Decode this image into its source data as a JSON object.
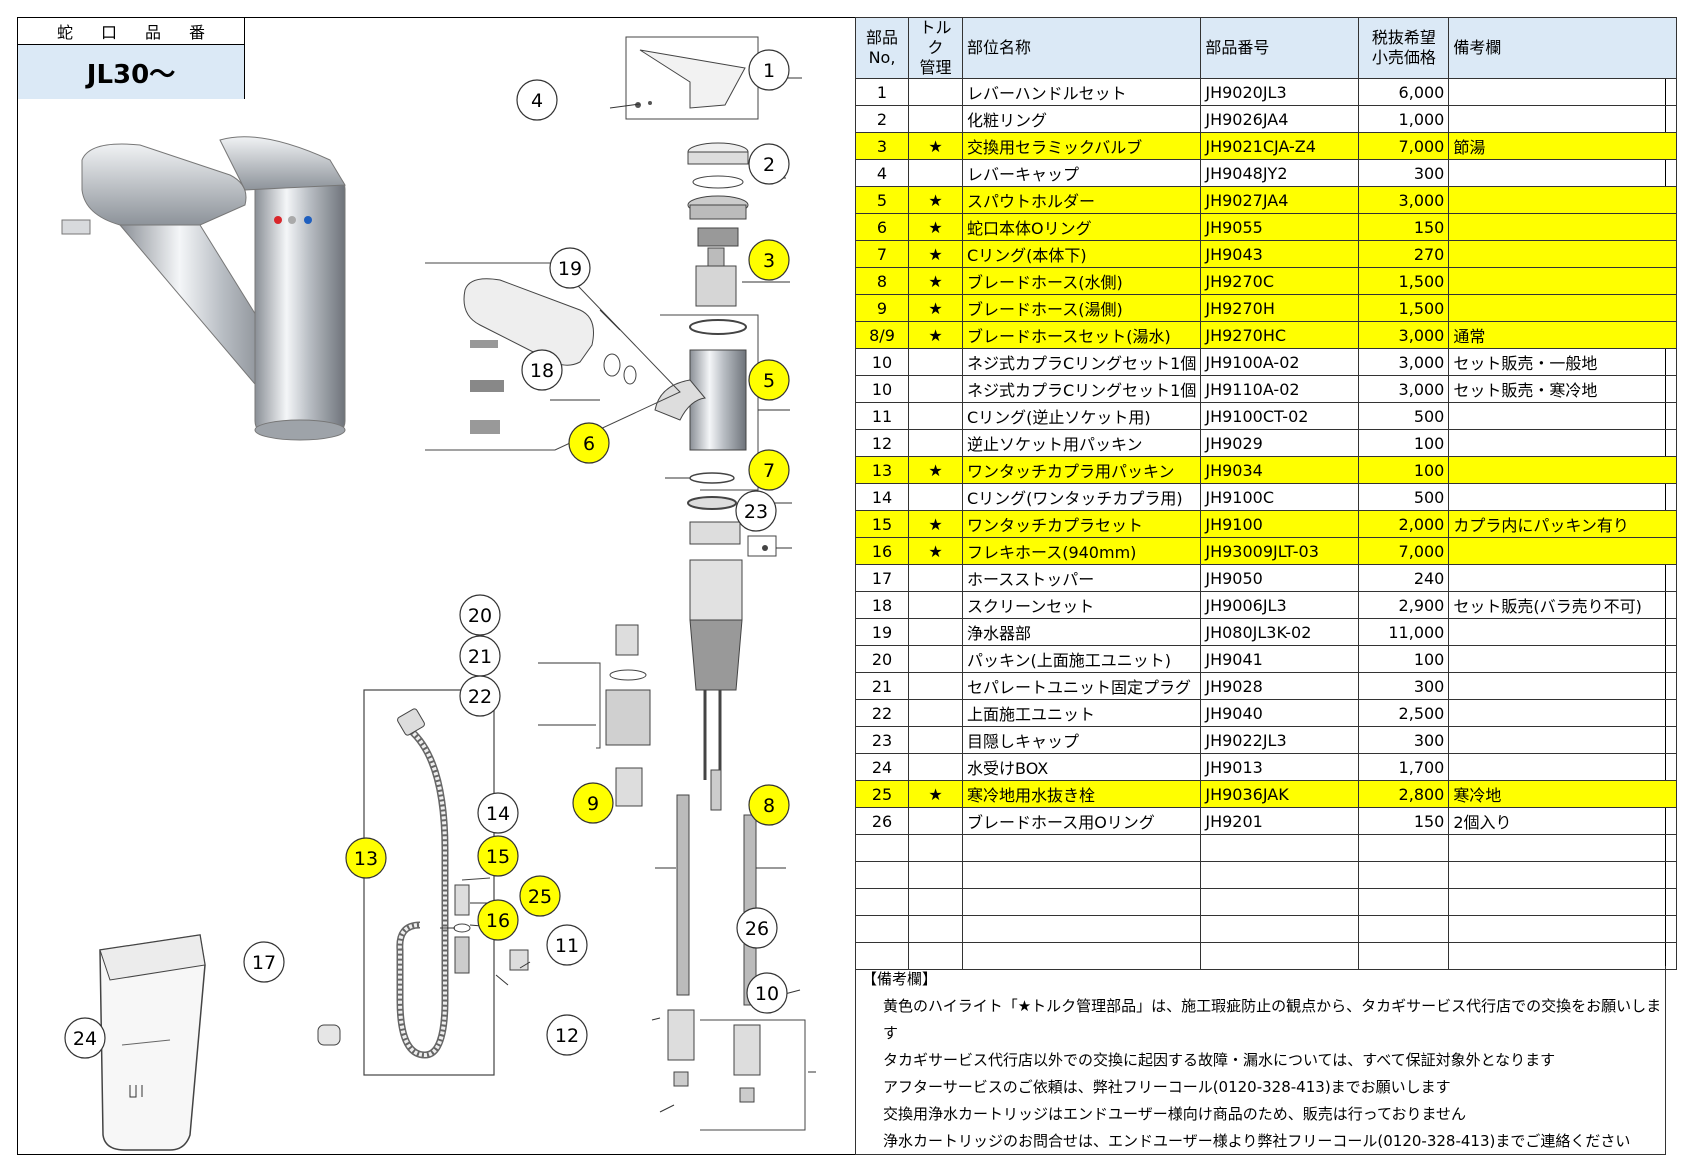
{
  "model": {
    "header": "蛇口品番",
    "value": "JL30～"
  },
  "table": {
    "headers": {
      "no": "部品\nNo,",
      "torque": "トルク\n管理",
      "name": "部位名称",
      "part": "部品番号",
      "price": "税抜希望\n小売価格",
      "remark": "備考欄"
    },
    "rows": [
      {
        "no": "1",
        "torque": "",
        "name": "レバーハンドルセット",
        "part": "JH9020JL3",
        "price": "6,000",
        "remark": "",
        "hl": false
      },
      {
        "no": "2",
        "torque": "",
        "name": "化粧リング",
        "part": "JH9026JA4",
        "price": "1,000",
        "remark": "",
        "hl": false
      },
      {
        "no": "3",
        "torque": "★",
        "name": "交換用セラミックバルブ",
        "part": "JH9021CJA-Z4",
        "price": "7,000",
        "remark": "節湯",
        "hl": true
      },
      {
        "no": "4",
        "torque": "",
        "name": "レバーキャップ",
        "part": "JH9048JY2",
        "price": "300",
        "remark": "",
        "hl": false
      },
      {
        "no": "5",
        "torque": "★",
        "name": "スパウトホルダー",
        "part": "JH9027JA4",
        "price": "3,000",
        "remark": "",
        "hl": true
      },
      {
        "no": "6",
        "torque": "★",
        "name": "蛇口本体Oリング",
        "part": "JH9055",
        "price": "150",
        "remark": "",
        "hl": true
      },
      {
        "no": "7",
        "torque": "★",
        "name": "Cリング(本体下)",
        "part": "JH9043",
        "price": "270",
        "remark": "",
        "hl": true
      },
      {
        "no": "8",
        "torque": "★",
        "name": "ブレードホース(水側)",
        "part": "JH9270C",
        "price": "1,500",
        "remark": "",
        "hl": true
      },
      {
        "no": "9",
        "torque": "★",
        "name": "ブレードホース(湯側)",
        "part": "JH9270H",
        "price": "1,500",
        "remark": "",
        "hl": true
      },
      {
        "no": "8/9",
        "torque": "★",
        "name": "ブレードホースセット(湯水)",
        "part": "JH9270HC",
        "price": "3,000",
        "remark": "通常",
        "hl": true
      },
      {
        "no": "10",
        "torque": "",
        "name": "ネジ式カプラCリングセット1個",
        "part": "JH9100A-02",
        "price": "3,000",
        "remark": "セット販売・一般地",
        "hl": false
      },
      {
        "no": "10",
        "torque": "",
        "name": "ネジ式カプラCリングセット1個",
        "part": "JH9110A-02",
        "price": "3,000",
        "remark": "セット販売・寒冷地",
        "hl": false
      },
      {
        "no": "11",
        "torque": "",
        "name": "Cリング(逆止ソケット用)",
        "part": "JH9100CT-02",
        "price": "500",
        "remark": "",
        "hl": false
      },
      {
        "no": "12",
        "torque": "",
        "name": "逆止ソケット用パッキン",
        "part": "JH9029",
        "price": "100",
        "remark": "",
        "hl": false
      },
      {
        "no": "13",
        "torque": "★",
        "name": "ワンタッチカプラ用パッキン",
        "part": "JH9034",
        "price": "100",
        "remark": "",
        "hl": true
      },
      {
        "no": "14",
        "torque": "",
        "name": "Cリング(ワンタッチカプラ用)",
        "part": "JH9100C",
        "price": "500",
        "remark": "",
        "hl": false
      },
      {
        "no": "15",
        "torque": "★",
        "name": "ワンタッチカプラセット",
        "part": "JH9100",
        "price": "2,000",
        "remark": "カプラ内にパッキン有り",
        "hl": true
      },
      {
        "no": "16",
        "torque": "★",
        "name": "フレキホース(940mm)",
        "part": "JH93009JLT-03",
        "price": "7,000",
        "remark": "",
        "hl": true
      },
      {
        "no": "17",
        "torque": "",
        "name": "ホースストッパー",
        "part": "JH9050",
        "price": "240",
        "remark": "",
        "hl": false
      },
      {
        "no": "18",
        "torque": "",
        "name": "スクリーンセット",
        "part": "JH9006JL3",
        "price": "2,900",
        "remark": "セット販売(バラ売り不可)",
        "hl": false
      },
      {
        "no": "19",
        "torque": "",
        "name": "浄水器部",
        "part": "JH080JL3K-02",
        "price": "11,000",
        "remark": "",
        "hl": false
      },
      {
        "no": "20",
        "torque": "",
        "name": "パッキン(上面施工ユニット)",
        "part": "JH9041",
        "price": "100",
        "remark": "",
        "hl": false
      },
      {
        "no": "21",
        "torque": "",
        "name": "セパレートユニット固定プラグ",
        "part": "JH9028",
        "price": "300",
        "remark": "",
        "hl": false
      },
      {
        "no": "22",
        "torque": "",
        "name": "上面施工ユニット",
        "part": "JH9040",
        "price": "2,500",
        "remark": "",
        "hl": false
      },
      {
        "no": "23",
        "torque": "",
        "name": "目隠しキャップ",
        "part": "JH9022JL3",
        "price": "300",
        "remark": "",
        "hl": false
      },
      {
        "no": "24",
        "torque": "",
        "name": "水受けBOX",
        "part": "JH9013",
        "price": "1,700",
        "remark": "",
        "hl": false
      },
      {
        "no": "25",
        "torque": "★",
        "name": "寒冷地用水抜き栓",
        "part": "JH9036JAK",
        "price": "2,800",
        "remark": "寒冷地",
        "hl": true
      },
      {
        "no": "26",
        "torque": "",
        "name": "ブレードホース用Oリング",
        "part": "JH9201",
        "price": "150",
        "remark": "2個入り",
        "hl": false
      }
    ],
    "empty_rows": 5
  },
  "notes": {
    "title": "【備考欄】",
    "lines": [
      "黄色のハイライト「★トルク管理部品」は、施工瑕疵防止の観点から、タカギサービス代行店での交換をお願いします",
      "タカギサービス代行店以外での交換に起因する故障・漏水については、すべて保証対象外となります",
      "アフターサービスのご依頼は、弊社フリーコール(0120-328-413)までお願いします",
      "交換用浄水カートリッジはエンドユーザー様向け商品のため、販売は行っておりません",
      "浄水カートリッジのお問合せは、エンドユーザー様より弊社フリーコール(0120-328-413)までご連絡ください"
    ]
  },
  "callouts": [
    {
      "n": "1",
      "hl": false
    },
    {
      "n": "2",
      "hl": false
    },
    {
      "n": "3",
      "hl": true
    },
    {
      "n": "4",
      "hl": false
    },
    {
      "n": "5",
      "hl": true
    },
    {
      "n": "6",
      "hl": true
    },
    {
      "n": "7",
      "hl": true
    },
    {
      "n": "8",
      "hl": true
    },
    {
      "n": "9",
      "hl": true
    },
    {
      "n": "10",
      "hl": false
    },
    {
      "n": "11",
      "hl": false
    },
    {
      "n": "12",
      "hl": false
    },
    {
      "n": "13",
      "hl": true
    },
    {
      "n": "14",
      "hl": false
    },
    {
      "n": "15",
      "hl": true
    },
    {
      "n": "16",
      "hl": true
    },
    {
      "n": "17",
      "hl": false
    },
    {
      "n": "18",
      "hl": false
    },
    {
      "n": "19",
      "hl": false
    },
    {
      "n": "20",
      "hl": false
    },
    {
      "n": "21",
      "hl": false
    },
    {
      "n": "22",
      "hl": false
    },
    {
      "n": "23",
      "hl": false
    },
    {
      "n": "24",
      "hl": false
    },
    {
      "n": "25",
      "hl": true
    },
    {
      "n": "26",
      "hl": false
    }
  ],
  "colors": {
    "highlight": "#ffff00",
    "header_bg": "#dbe9f6",
    "accent_red": "#d9262b",
    "accent_blue": "#1f5fbf"
  }
}
